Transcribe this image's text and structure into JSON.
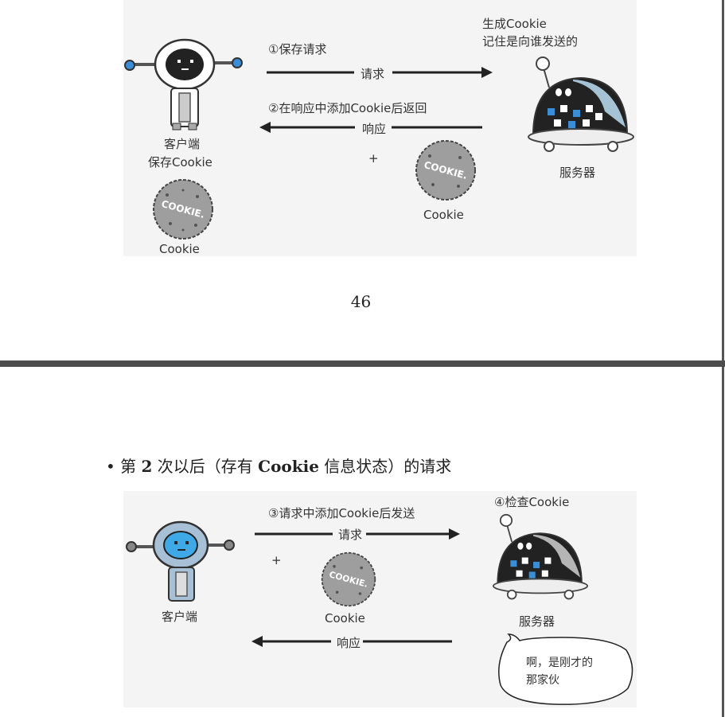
{
  "figure1": {
    "step1": "①保存请求",
    "request": "请求",
    "step2": "②在响应中添加Cookie后返回",
    "response": "响应",
    "plus": "+",
    "client_line1": "客户端",
    "client_line2": "保存Cookie",
    "server_note_line1": "生成Cookie",
    "server_note_line2": "记住是向谁发送的",
    "server": "服务器",
    "cookie_label_client": "Cookie",
    "cookie_label_server": "Cookie",
    "cookie_text": "COOKIE."
  },
  "page_number": "46",
  "section": {
    "bullet": "•",
    "pre": "第 ",
    "num": "2",
    "mid": " 次以后（存有 ",
    "bold": "Cookie",
    "post": " 信息状态）的请求"
  },
  "figure2": {
    "step3": "③请求中添加Cookie后发送",
    "request": "请求",
    "step4": "④检查Cookie",
    "plus": "+",
    "cookie_label": "Cookie",
    "client": "客户端",
    "server": "服务器",
    "response": "响应",
    "speech_line1": "啊，是刚才的",
    "speech_line2": "那家伙",
    "cookie_text": "COOKIE."
  }
}
